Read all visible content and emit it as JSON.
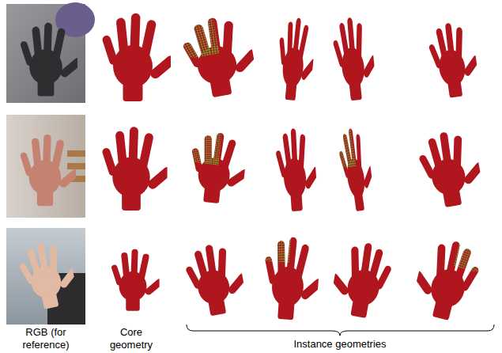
{
  "diagram": {
    "labels": [
      "RGB (for reference)",
      "Core geometry",
      "Instance geometries"
    ]
  }
}
